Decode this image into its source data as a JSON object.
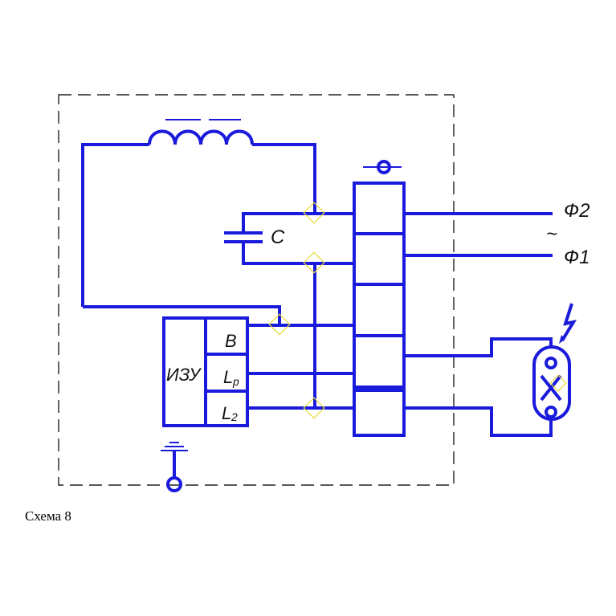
{
  "labels": {
    "capacitor": "C",
    "phase2": "Ф2",
    "phase1": "Ф1",
    "ac_symbol": "~",
    "ignition_unit": "ИЗУ",
    "terminal_b": "B",
    "terminal_lp_main": "L",
    "terminal_lp_sub": "p",
    "terminal_l2_main": "L",
    "terminal_l2_sub": "2"
  },
  "caption": "Схема 8",
  "colors": {
    "wire": "#1a1adc",
    "frame": "#222222",
    "marker": "#e6dc3a"
  }
}
